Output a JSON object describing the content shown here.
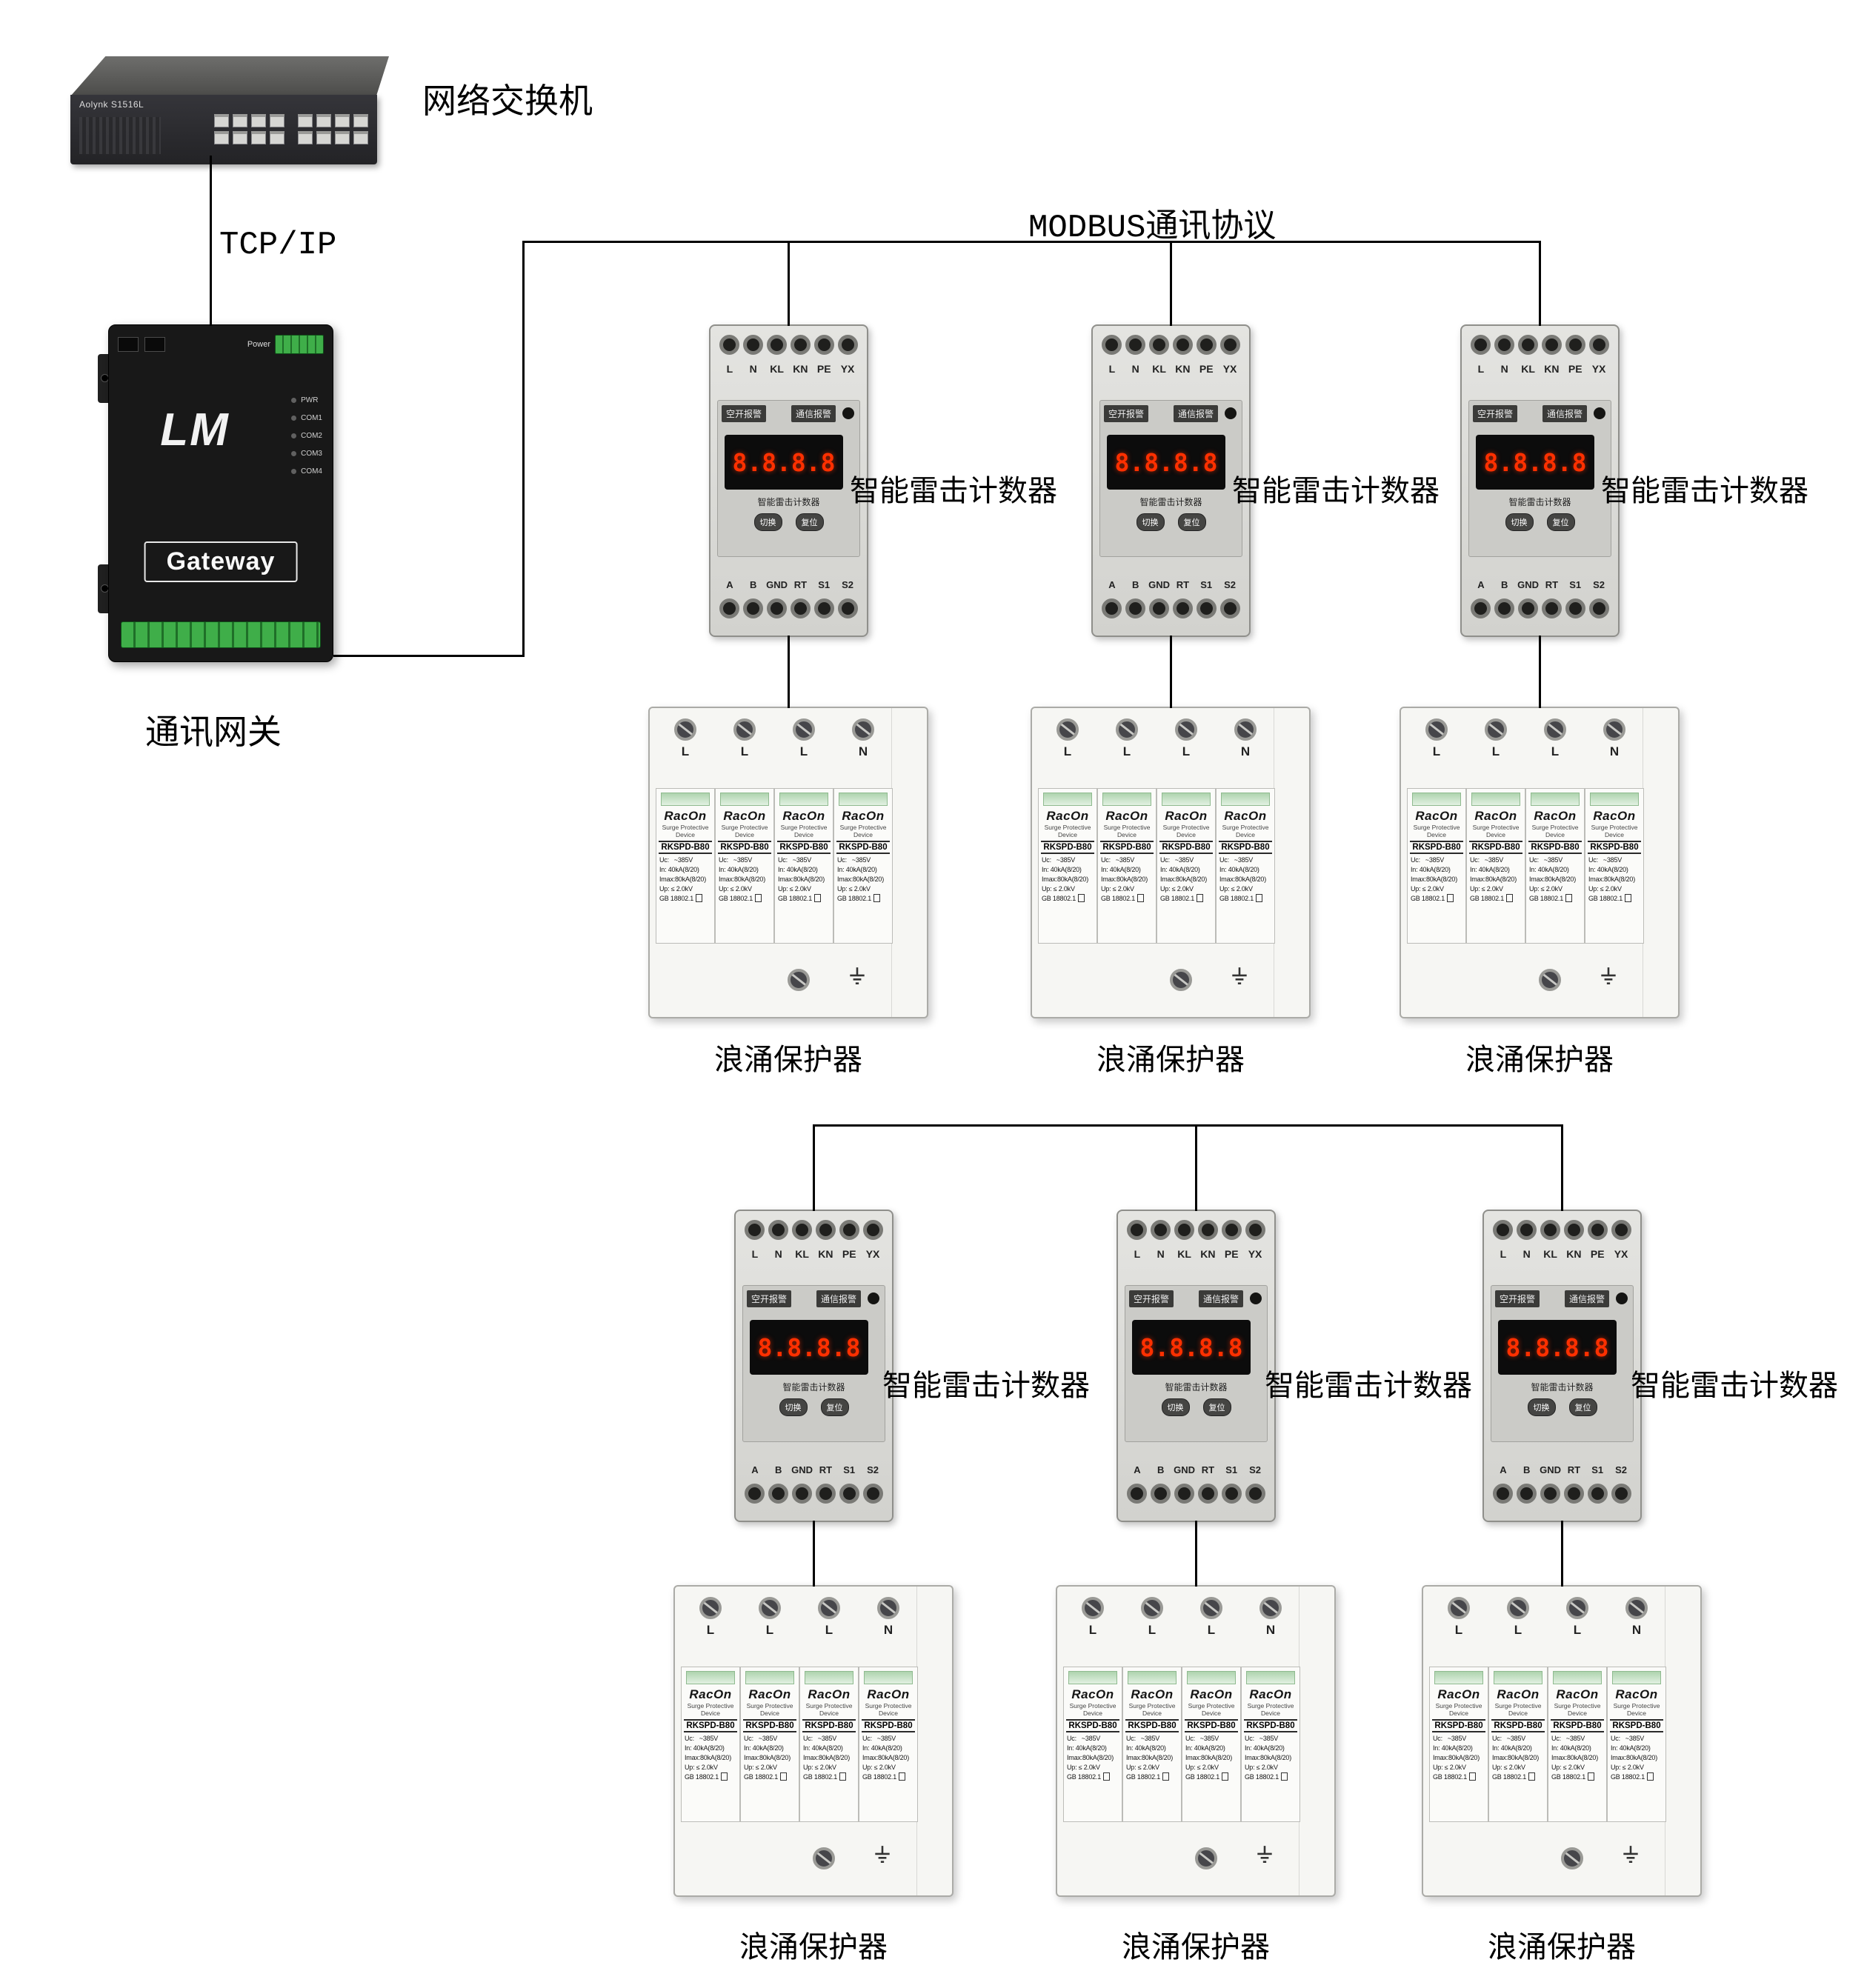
{
  "labels": {
    "switch": "网络交换机",
    "tcp": "TCP/IP",
    "gateway": "通讯网关",
    "modbus": "MODBUS通讯协议",
    "counter": "智能雷击计数器",
    "spd": "浪涌保护器"
  },
  "switch_device": {
    "model": "Aolynk S1516L"
  },
  "gateway_device": {
    "brand": "LM",
    "name": "Gateway",
    "power_label": "Power",
    "leds": [
      "PWR",
      "COM1",
      "COM2",
      "COM3",
      "COM4"
    ]
  },
  "counter_device": {
    "top_terminals": [
      "L",
      "N",
      "KL",
      "KN",
      "PE",
      "YX"
    ],
    "alarm_left": "空开报警",
    "alarm_right": "通信报警",
    "display": "8.8.8.8",
    "title": "智能雷击计数器",
    "button_switch": "切换",
    "button_reset": "复位",
    "bottom_terminals": [
      "A",
      "B",
      "GND",
      "RT",
      "S1",
      "S2"
    ]
  },
  "spd_device": {
    "terminals": [
      "L",
      "L",
      "L",
      "N"
    ],
    "brand": "RacOn",
    "type_line1": "Surge Protective",
    "type_line2": "Device",
    "model": "RKSPD-B80",
    "specs": [
      "Uc:   ~385V",
      "In: 40kA(8/20)",
      "Imax:80kA(8/20)",
      "Up: ≤ 2.0kV",
      "GB 18802.1"
    ]
  }
}
